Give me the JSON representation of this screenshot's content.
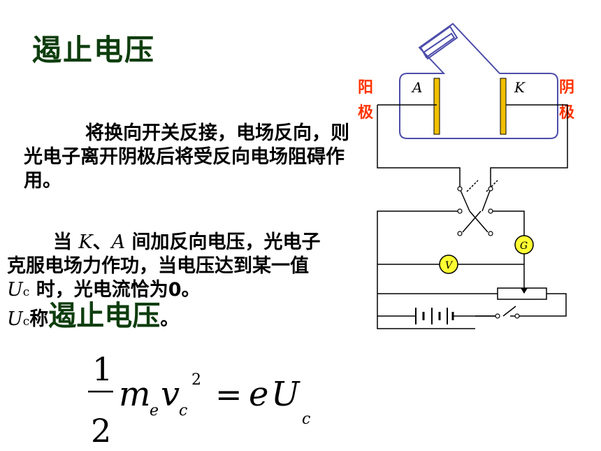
{
  "title": "遏止电压",
  "paragraph1": "将换向开关反接，电场反向，则光电子离开阴极后将受反向电场阻碍作用。",
  "paragraph2": {
    "part1": "当 ",
    "K": "K",
    "sep": "、",
    "A": "A",
    "part2": " 间加反向电压，光电子克服电场力作功，当电压达到某一值 ",
    "U": "U",
    "c": "c",
    "part3": " 时，光电流恰为0。",
    "U2": "U",
    "c2": "c",
    "part4": "称",
    "big": "遏止电压",
    "end": "。"
  },
  "formula": {
    "num": "1",
    "den": "2",
    "m": "m",
    "e_sub": "e",
    "v": "v",
    "c_sub": "c",
    "exp": "2",
    "eq": "=",
    "e": "e",
    "U": "U",
    "c_sub2": "c"
  },
  "circuit": {
    "anode_label": "阳极",
    "cathode_label": "阴极",
    "plate_A": "A",
    "plate_K": "K",
    "galvanometer": "G",
    "voltmeter": "V",
    "colors": {
      "tube": "#4d4daa",
      "plate": "#f0c000",
      "meter": "#ffff33",
      "label": "#ff3300"
    }
  }
}
